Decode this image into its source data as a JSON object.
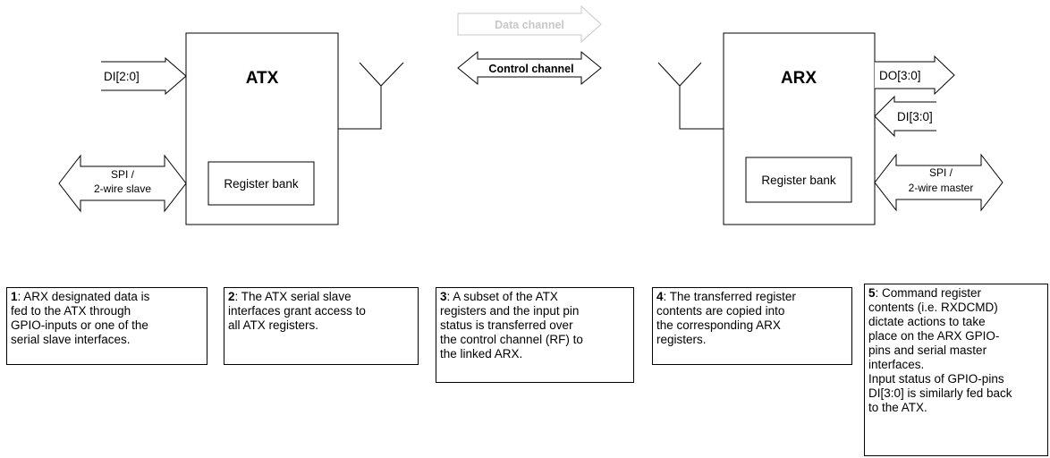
{
  "atx": {
    "title": "ATX",
    "register_bank": "Register bank",
    "input_label": "DI[2:0]",
    "serial_label_1": "SPI /",
    "serial_label_2": "2-wire slave"
  },
  "arx": {
    "title": "ARX",
    "register_bank": "Register bank",
    "output_label": "DO[3:0]",
    "input_label": "DI[3:0]",
    "serial_label_1": "SPI /",
    "serial_label_2": "2-wire master"
  },
  "channels": {
    "data": "Data channel",
    "control": "Control channel"
  },
  "colors": {
    "data_channel": "#c8c8c8",
    "lines": "#000000"
  },
  "notes": [
    {
      "number": "1",
      "lines": [
        ": ARX designated data is",
        "fed to the ATX through",
        "GPIO-inputs or one of the",
        "serial slave interfaces."
      ]
    },
    {
      "number": "2",
      "lines": [
        ": The ATX serial slave",
        "interfaces grant access to",
        "all ATX registers."
      ]
    },
    {
      "number": "3",
      "lines": [
        ": A subset of the ATX",
        "registers and the input pin",
        "status is transferred over",
        "the control channel (RF) to",
        "the linked ARX."
      ]
    },
    {
      "number": "4",
      "lines": [
        ": The transferred register",
        "contents are copied into",
        "the corresponding ARX",
        "registers."
      ]
    },
    {
      "number": "5",
      "lines": [
        ": Command register",
        "contents (i.e. RXDCMD)",
        "dictate actions to take",
        "place on the ARX GPIO-",
        "pins and serial master",
        "interfaces.",
        "Input status of GPIO-pins",
        "DI[3:0] is similarly fed back",
        "to the ATX."
      ]
    }
  ]
}
